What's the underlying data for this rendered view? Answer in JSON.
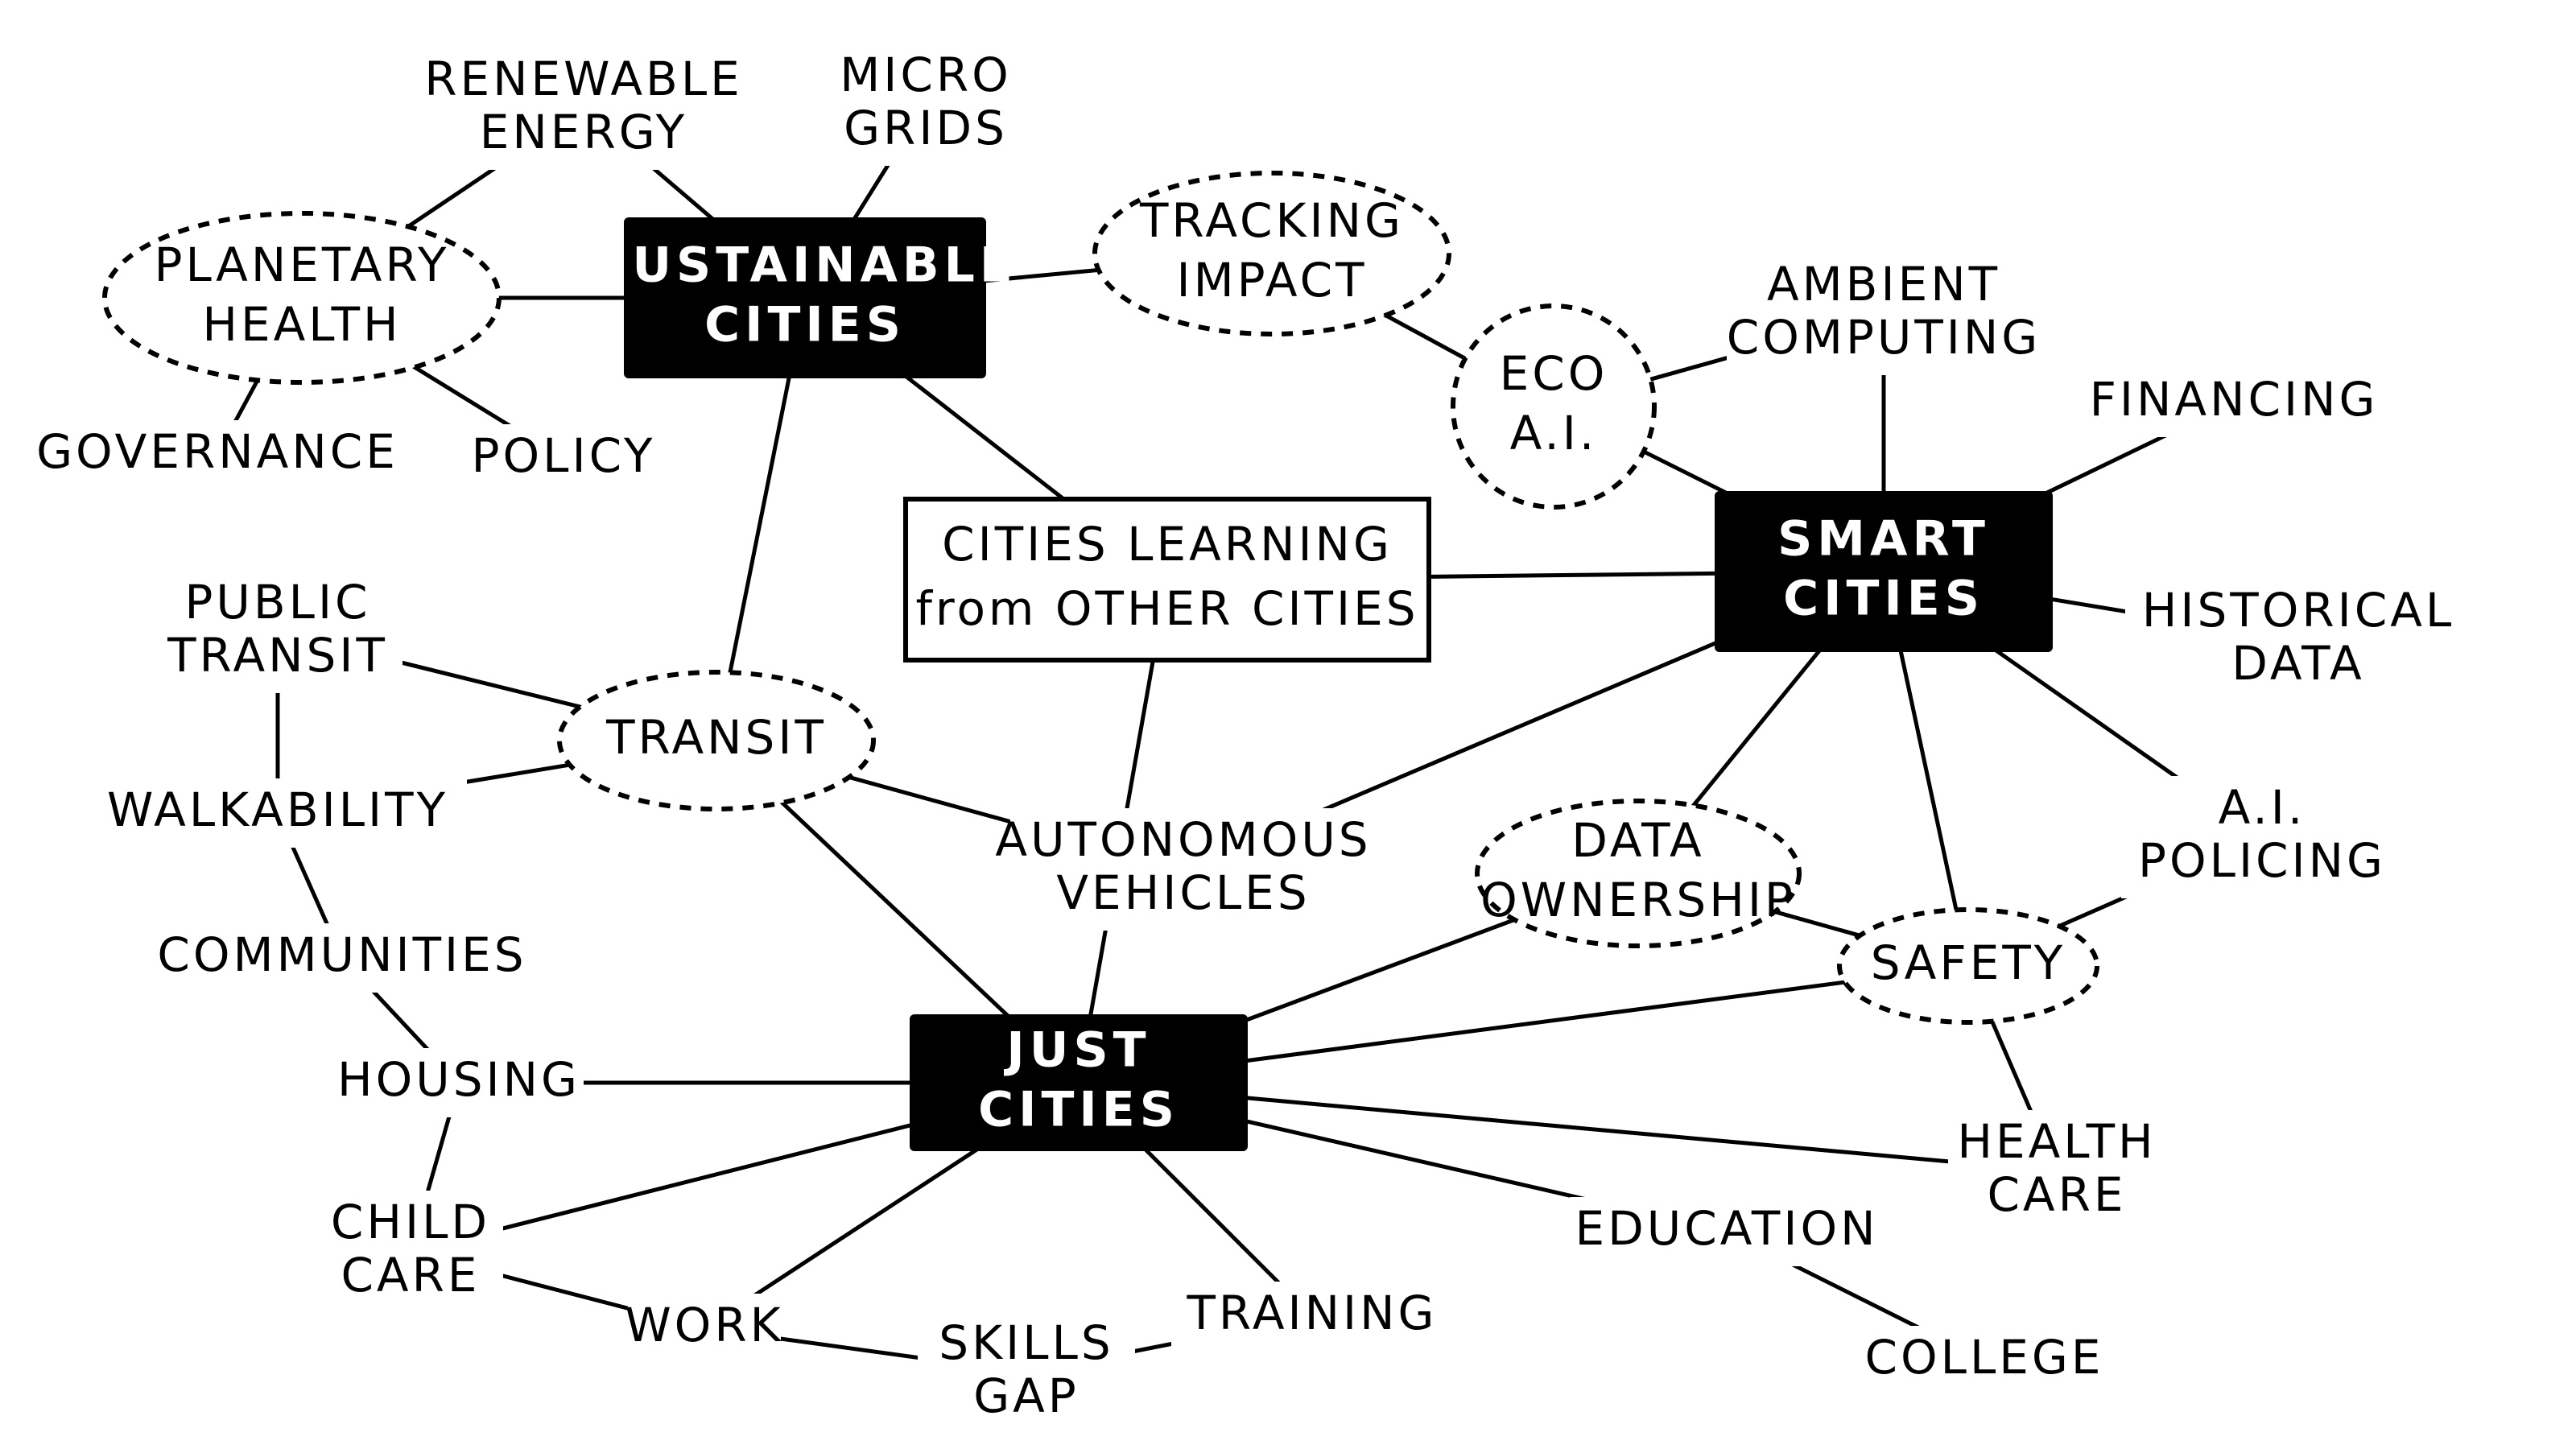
{
  "colors": {
    "ink": "#000000",
    "paper": "#ffffff"
  },
  "nodes": {
    "sustainable_cities": {
      "kind": "primary",
      "lines": [
        "SUSTAINABLE",
        "CITIES"
      ]
    },
    "smart_cities": {
      "kind": "primary",
      "lines": [
        "SMART",
        "CITIES"
      ]
    },
    "just_cities": {
      "kind": "primary",
      "lines": [
        "JUST",
        "CITIES"
      ]
    },
    "cities_learning": {
      "kind": "box",
      "lines": [
        "CITIES LEARNING",
        "from OTHER CITIES"
      ]
    },
    "planetary_health": {
      "kind": "bubble",
      "lines": [
        "PLANETARY",
        "HEALTH"
      ]
    },
    "tracking_impact": {
      "kind": "bubble",
      "lines": [
        "TRACKING",
        "IMPACT"
      ]
    },
    "eco_ai": {
      "kind": "bubble",
      "lines": [
        "ECO",
        "A.I."
      ]
    },
    "transit": {
      "kind": "bubble",
      "lines": [
        "TRANSIT"
      ]
    },
    "data_ownership": {
      "kind": "bubble",
      "lines": [
        "DATA",
        "OWNERSHIP"
      ]
    },
    "safety": {
      "kind": "bubble",
      "lines": [
        "SAFETY"
      ]
    },
    "renewable_energy": {
      "kind": "leaf",
      "lines": [
        "RENEWABLE",
        "ENERGY"
      ]
    },
    "micro_grids": {
      "kind": "leaf",
      "lines": [
        "MICRO",
        "GRIDS"
      ]
    },
    "governance": {
      "kind": "leaf",
      "lines": [
        "GOVERNANCE"
      ]
    },
    "policy": {
      "kind": "leaf",
      "lines": [
        "POLICY"
      ]
    },
    "ambient_computing": {
      "kind": "leaf",
      "lines": [
        "AMBIENT",
        "COMPUTING"
      ]
    },
    "financing": {
      "kind": "leaf",
      "lines": [
        "FINANCING"
      ]
    },
    "historical_data": {
      "kind": "leaf",
      "lines": [
        "HISTORICAL",
        "DATA"
      ]
    },
    "ai_policing": {
      "kind": "leaf",
      "lines": [
        "A.I.",
        "POLICING"
      ]
    },
    "public_transit": {
      "kind": "leaf",
      "lines": [
        "PUBLIC",
        "TRANSIT"
      ]
    },
    "walkability": {
      "kind": "leaf",
      "lines": [
        "WALKABILITY"
      ]
    },
    "communities": {
      "kind": "leaf",
      "lines": [
        "COMMUNITIES"
      ]
    },
    "housing": {
      "kind": "leaf",
      "lines": [
        "HOUSING"
      ]
    },
    "child_care": {
      "kind": "leaf",
      "lines": [
        "CHILD",
        "CARE"
      ]
    },
    "work": {
      "kind": "leaf",
      "lines": [
        "WORK"
      ]
    },
    "skills_gap": {
      "kind": "leaf",
      "lines": [
        "SKILLS",
        "GAP"
      ]
    },
    "training": {
      "kind": "leaf",
      "lines": [
        "TRAINING"
      ]
    },
    "education": {
      "kind": "leaf",
      "lines": [
        "EDUCATION"
      ]
    },
    "college": {
      "kind": "leaf",
      "lines": [
        "COLLEGE"
      ]
    },
    "health_care": {
      "kind": "leaf",
      "lines": [
        "HEALTH",
        "CARE"
      ]
    },
    "autonomous_vehicles": {
      "kind": "leaf",
      "lines": [
        "AUTONOMOUS",
        "VEHICLES"
      ]
    }
  },
  "edges": [
    [
      "renewable_energy",
      "planetary_health"
    ],
    [
      "renewable_energy",
      "sustainable_cities"
    ],
    [
      "micro_grids",
      "sustainable_cities"
    ],
    [
      "planetary_health",
      "sustainable_cities"
    ],
    [
      "planetary_health",
      "governance"
    ],
    [
      "planetary_health",
      "policy"
    ],
    [
      "sustainable_cities",
      "tracking_impact"
    ],
    [
      "sustainable_cities",
      "cities_learning"
    ],
    [
      "sustainable_cities",
      "transit"
    ],
    [
      "tracking_impact",
      "eco_ai"
    ],
    [
      "eco_ai",
      "ambient_computing"
    ],
    [
      "eco_ai",
      "smart_cities"
    ],
    [
      "ambient_computing",
      "smart_cities"
    ],
    [
      "smart_cities",
      "financing"
    ],
    [
      "smart_cities",
      "historical_data"
    ],
    [
      "smart_cities",
      "ai_policing"
    ],
    [
      "smart_cities",
      "cities_learning"
    ],
    [
      "smart_cities",
      "autonomous_vehicles"
    ],
    [
      "smart_cities",
      "data_ownership"
    ],
    [
      "smart_cities",
      "safety"
    ],
    [
      "cities_learning",
      "just_cities"
    ],
    [
      "public_transit",
      "walkability"
    ],
    [
      "public_transit",
      "transit"
    ],
    [
      "walkability",
      "transit"
    ],
    [
      "walkability",
      "communities"
    ],
    [
      "communities",
      "housing"
    ],
    [
      "housing",
      "just_cities"
    ],
    [
      "housing",
      "child_care"
    ],
    [
      "transit",
      "just_cities"
    ],
    [
      "transit",
      "autonomous_vehicles"
    ],
    [
      "data_ownership",
      "just_cities"
    ],
    [
      "data_ownership",
      "safety"
    ],
    [
      "safety",
      "ai_policing"
    ],
    [
      "safety",
      "just_cities"
    ],
    [
      "safety",
      "health_care"
    ],
    [
      "just_cities",
      "child_care"
    ],
    [
      "just_cities",
      "work"
    ],
    [
      "just_cities",
      "training"
    ],
    [
      "just_cities",
      "education"
    ],
    [
      "just_cities",
      "health_care"
    ],
    [
      "child_care",
      "work"
    ],
    [
      "work",
      "skills_gap"
    ],
    [
      "skills_gap",
      "training"
    ],
    [
      "education",
      "college"
    ]
  ]
}
